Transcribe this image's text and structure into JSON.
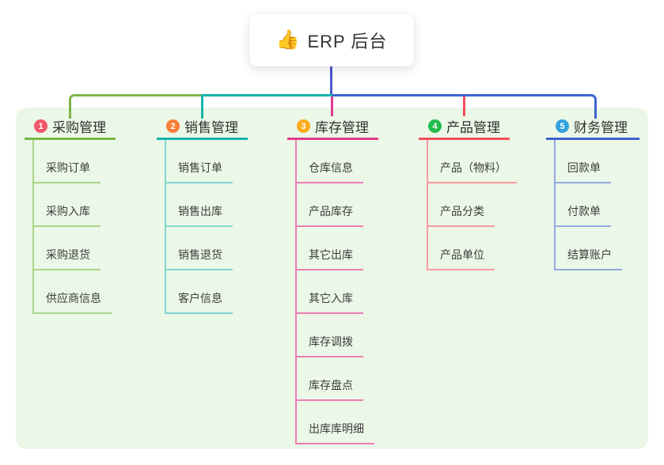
{
  "root": {
    "icon": "👍",
    "title": "ERP 后台"
  },
  "panel_color": "#ebf7e7",
  "connectors": {
    "trunk": "#4d58d0"
  },
  "branches": [
    {
      "num": "1",
      "label": "采购管理",
      "colors": {
        "badge": "#f2566b",
        "line": "#7ab648",
        "subline": "#a9d687"
      },
      "items": [
        "采购订单",
        "采购入库",
        "采购退货",
        "供应商信息"
      ]
    },
    {
      "num": "2",
      "label": "销售管理",
      "colors": {
        "badge": "#f97e38",
        "line": "#12b6ac",
        "subline": "#82d6cf"
      },
      "items": [
        "销售订单",
        "销售出库",
        "销售退货",
        "客户信息"
      ]
    },
    {
      "num": "3",
      "label": "库存管理",
      "colors": {
        "badge": "#fbab1c",
        "line": "#e03a90",
        "subline": "#ee7cb6"
      },
      "items": [
        "仓库信息",
        "产品库存",
        "其它出库",
        "其它入库",
        "库存调拨",
        "库存盘点",
        "出库库明细"
      ]
    },
    {
      "num": "4",
      "label": "产品管理",
      "colors": {
        "badge": "#22bd4c",
        "line": "#f24f5b",
        "subline": "#f79ba0"
      },
      "items": [
        "产品（物料）",
        "产品分类",
        "产品单位"
      ]
    },
    {
      "num": "5",
      "label": "财务管理",
      "colors": {
        "badge": "#33a3dd",
        "line": "#3d63d1",
        "subline": "#93abe0"
      },
      "items": [
        "回款单",
        "付款单",
        "结算账户"
      ]
    }
  ]
}
